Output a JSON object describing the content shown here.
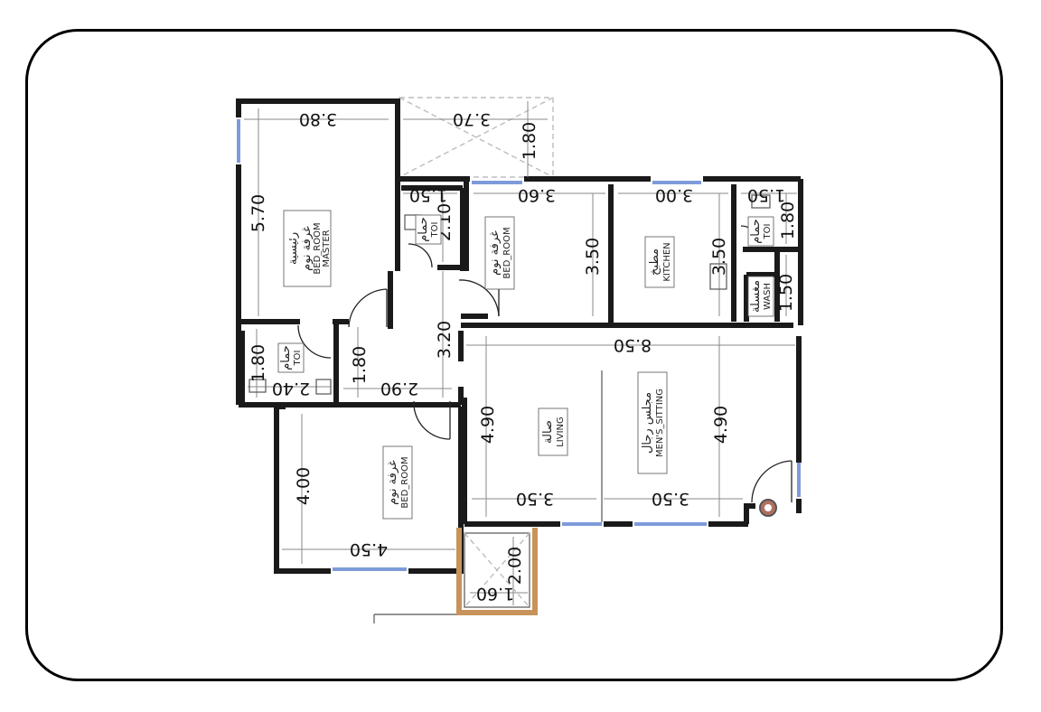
{
  "plan": {
    "dims": {
      "master_w": "3.80",
      "master_h": "5.70",
      "top_court_w": "3.70",
      "top_court_h": "1.80",
      "toi_a_w": "1.50",
      "toi_a_h": "2.10",
      "bed_a_w": "3.60",
      "bed_a_h": "3.50",
      "kitchen_w": "3.00",
      "kitchen_h": "3.50",
      "toi_b_w": "1.50",
      "toi_b_h": "1.80",
      "wash_h": "1.50",
      "toi_c_h": "1.80",
      "toi_c_w": "2.40",
      "corr_w": "2.90",
      "corr_h1": "1.80",
      "corr_h2": "3.20",
      "hall_w": "8.50",
      "living_h": "4.90",
      "sitting_h": "4.90",
      "living_w": "3.50",
      "sitting_w": "3.50",
      "bed_b_h": "4.00",
      "bed_b_w": "4.50",
      "stair_h": "2.00",
      "stair_w": "1.60"
    },
    "rooms": {
      "master_ar1": "رئيسية",
      "master_ar2": "غرفة نوم",
      "master_en1": "BED_ROOM",
      "master_en2": "MASTER",
      "toi_a_ar": "حمام",
      "toi_a_en": "TOI",
      "bed_a_ar": "غرفة نوم",
      "bed_a_en": "BED_ROOM",
      "kitchen_ar": "مطبخ",
      "kitchen_en": "KITCHEN",
      "toi_b_ar": "حمام",
      "toi_b_en": "TOI",
      "wash_ar": "مغسلة",
      "wash_en": "WASH",
      "toi_c_ar": "حمام",
      "toi_c_en": "TOI",
      "living_ar": "صالة",
      "living_en": "LIVING",
      "sitting_ar": "مجلس رجال",
      "sitting_en": "MEN'S_SITTING",
      "bed_b_ar": "غرفة نوم",
      "bed_b_en": "BED_ROOM"
    },
    "colors": {
      "wall": "#1a1a1a",
      "window": "#7e9bd9",
      "stair_frame": "#c8935a"
    }
  }
}
